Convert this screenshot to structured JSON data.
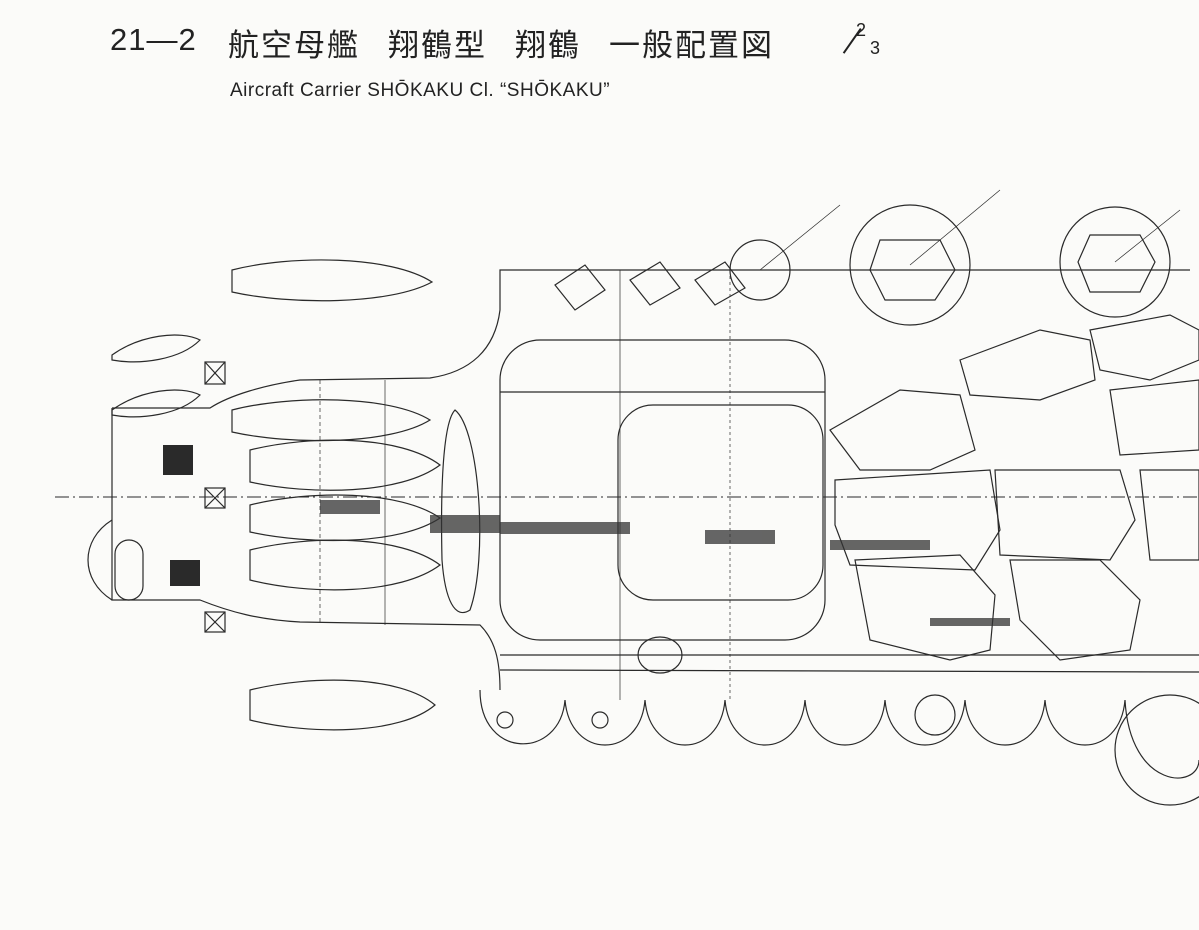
{
  "header": {
    "page_number": "21—2",
    "title_parts": [
      "航空母艦",
      "翔鶴型",
      "翔鶴",
      "一般配置図"
    ],
    "sheet_fraction": {
      "numerator": "2",
      "denominator": "3"
    },
    "subtitle_en": "Aircraft Carrier SHŌKAKU Cl. “SHŌKAKU”"
  }
}
